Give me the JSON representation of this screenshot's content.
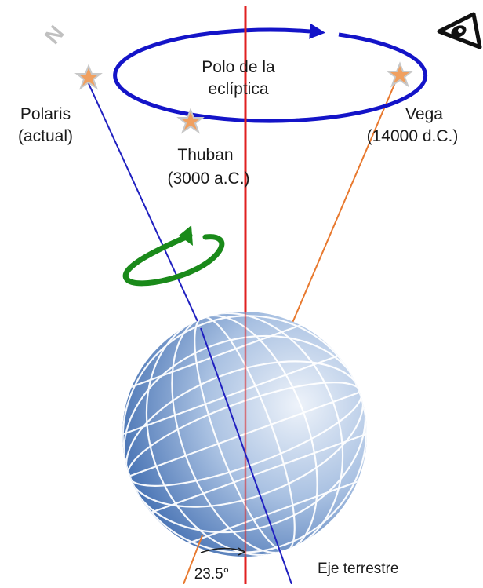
{
  "north_marker": "N",
  "ecliptic_pole": {
    "line1": "Polo de la",
    "line2": "eclíptica"
  },
  "stars": {
    "polaris": {
      "name": "Polaris",
      "era": "(actual)"
    },
    "thuban": {
      "name": "Thuban",
      "era": "(3000 a.C.)"
    },
    "vega": {
      "name": "Vega",
      "era": "(14000 d.C.)"
    }
  },
  "axial_tilt": "23.5°",
  "earth_axis_label": "Eje terrestre",
  "colors": {
    "precession_circle": "#1414c8",
    "ecliptic_axis": "#e02020",
    "current_axis": "#2020c0",
    "future_axis": "#e87a30",
    "rotation_arrow": "#1a8a1a",
    "star_fill": "#f0a060",
    "globe_dark": "#2f5fa8",
    "globe_light": "#e4ecf6"
  },
  "icons": {
    "observer": "eye-icon",
    "rotation": "rotation-arrow-icon",
    "star": "star-icon"
  }
}
